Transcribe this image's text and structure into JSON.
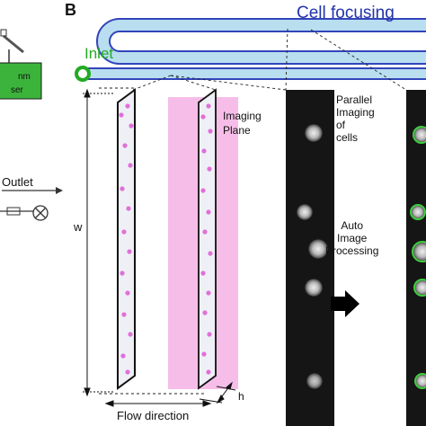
{
  "panel_letter": "B",
  "title": "Cell focusing",
  "inlet_label": "Inlet",
  "left_panel": {
    "laser_line1": "nm",
    "laser_line2": "ser",
    "outlet_label": "Outlet"
  },
  "imaging_plane_label": "Imaging\nPlane",
  "parallel_label": "Parallel\nImaging\nof\ncells",
  "auto_label": "Auto\nImage\nProcessing",
  "dimension_w": "w",
  "dimension_h": "h",
  "flow_label": "Flow direction",
  "colors": {
    "channel_blue": "#3344bb",
    "channel_fill": "#b8def0",
    "inlet_green": "#22aa22",
    "laser_box": "#3cb43c",
    "cell_pink": "#e070d8",
    "imaging_plane_pink": "#f6bde8",
    "micrograph_bg": "#151515"
  }
}
